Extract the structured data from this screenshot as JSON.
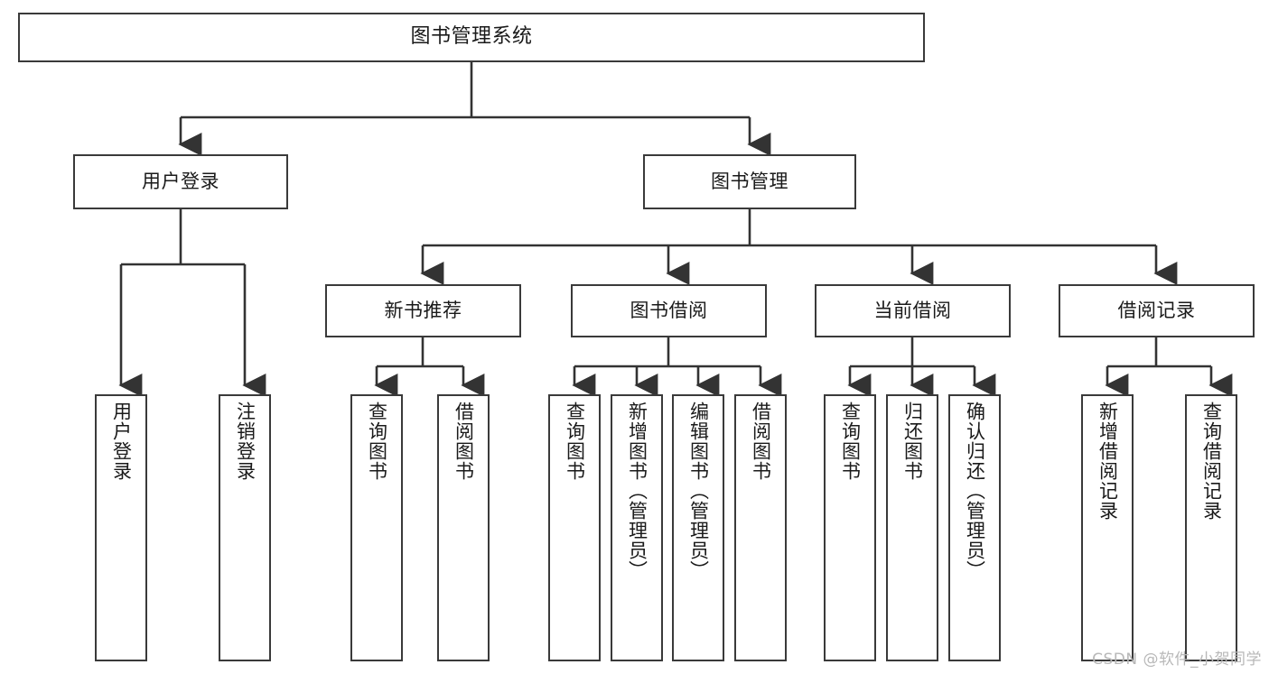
{
  "diagram": {
    "type": "hierarchy-tree",
    "title": "图书管理系统",
    "watermark": "CSDN @软件_小贺同学",
    "colors": {
      "box_border": "#3a3a3a",
      "box_fill": "#ffffff",
      "connector": "#333333",
      "text": "#1a1a1a",
      "watermark": "#b8b8b8"
    },
    "levels": {
      "level1": [
        {
          "id": "root",
          "label": "图书管理系统",
          "orientation": "horizontal"
        }
      ],
      "level2": [
        {
          "id": "user-login",
          "label": "用户登录",
          "orientation": "horizontal"
        },
        {
          "id": "book-manage",
          "label": "图书管理",
          "orientation": "horizontal"
        }
      ],
      "level3": [
        {
          "id": "new-book-recommend",
          "label": "新书推荐",
          "orientation": "horizontal",
          "parent": "book-manage"
        },
        {
          "id": "book-borrow",
          "label": "图书借阅",
          "orientation": "horizontal",
          "parent": "book-manage"
        },
        {
          "id": "current-borrow",
          "label": "当前借阅",
          "orientation": "horizontal",
          "parent": "book-manage"
        },
        {
          "id": "borrow-record",
          "label": "借阅记录",
          "orientation": "horizontal",
          "parent": "book-manage"
        }
      ],
      "level4": [
        {
          "id": "leaf-user-login",
          "label": "用户登录",
          "orientation": "vertical",
          "parent": "user-login"
        },
        {
          "id": "leaf-logout-login",
          "label": "注销登录",
          "orientation": "vertical",
          "parent": "user-login"
        },
        {
          "id": "leaf-query-book-1",
          "label": "查询图书",
          "orientation": "vertical",
          "parent": "new-book-recommend"
        },
        {
          "id": "leaf-borrow-book-1",
          "label": "借阅图书",
          "orientation": "vertical",
          "parent": "new-book-recommend"
        },
        {
          "id": "leaf-query-book-2",
          "label": "查询图书",
          "orientation": "vertical",
          "parent": "book-borrow"
        },
        {
          "id": "leaf-add-book",
          "label": "新增图书（管理员）",
          "orientation": "vertical",
          "parent": "book-borrow"
        },
        {
          "id": "leaf-edit-book",
          "label": "编辑图书（管理员）",
          "orientation": "vertical",
          "parent": "book-borrow"
        },
        {
          "id": "leaf-borrow-book-2",
          "label": "借阅图书",
          "orientation": "vertical",
          "parent": "book-borrow"
        },
        {
          "id": "leaf-query-book-3",
          "label": "查询图书",
          "orientation": "vertical",
          "parent": "current-borrow"
        },
        {
          "id": "leaf-return-book",
          "label": "归还图书",
          "orientation": "vertical",
          "parent": "current-borrow"
        },
        {
          "id": "leaf-confirm-return",
          "label": "确认归还（管理员）",
          "orientation": "vertical",
          "parent": "current-borrow"
        },
        {
          "id": "leaf-add-record",
          "label": "新增借阅记录",
          "orientation": "vertical",
          "parent": "borrow-record"
        },
        {
          "id": "leaf-query-record",
          "label": "查询借阅记录",
          "orientation": "vertical",
          "parent": "borrow-record"
        }
      ]
    }
  }
}
